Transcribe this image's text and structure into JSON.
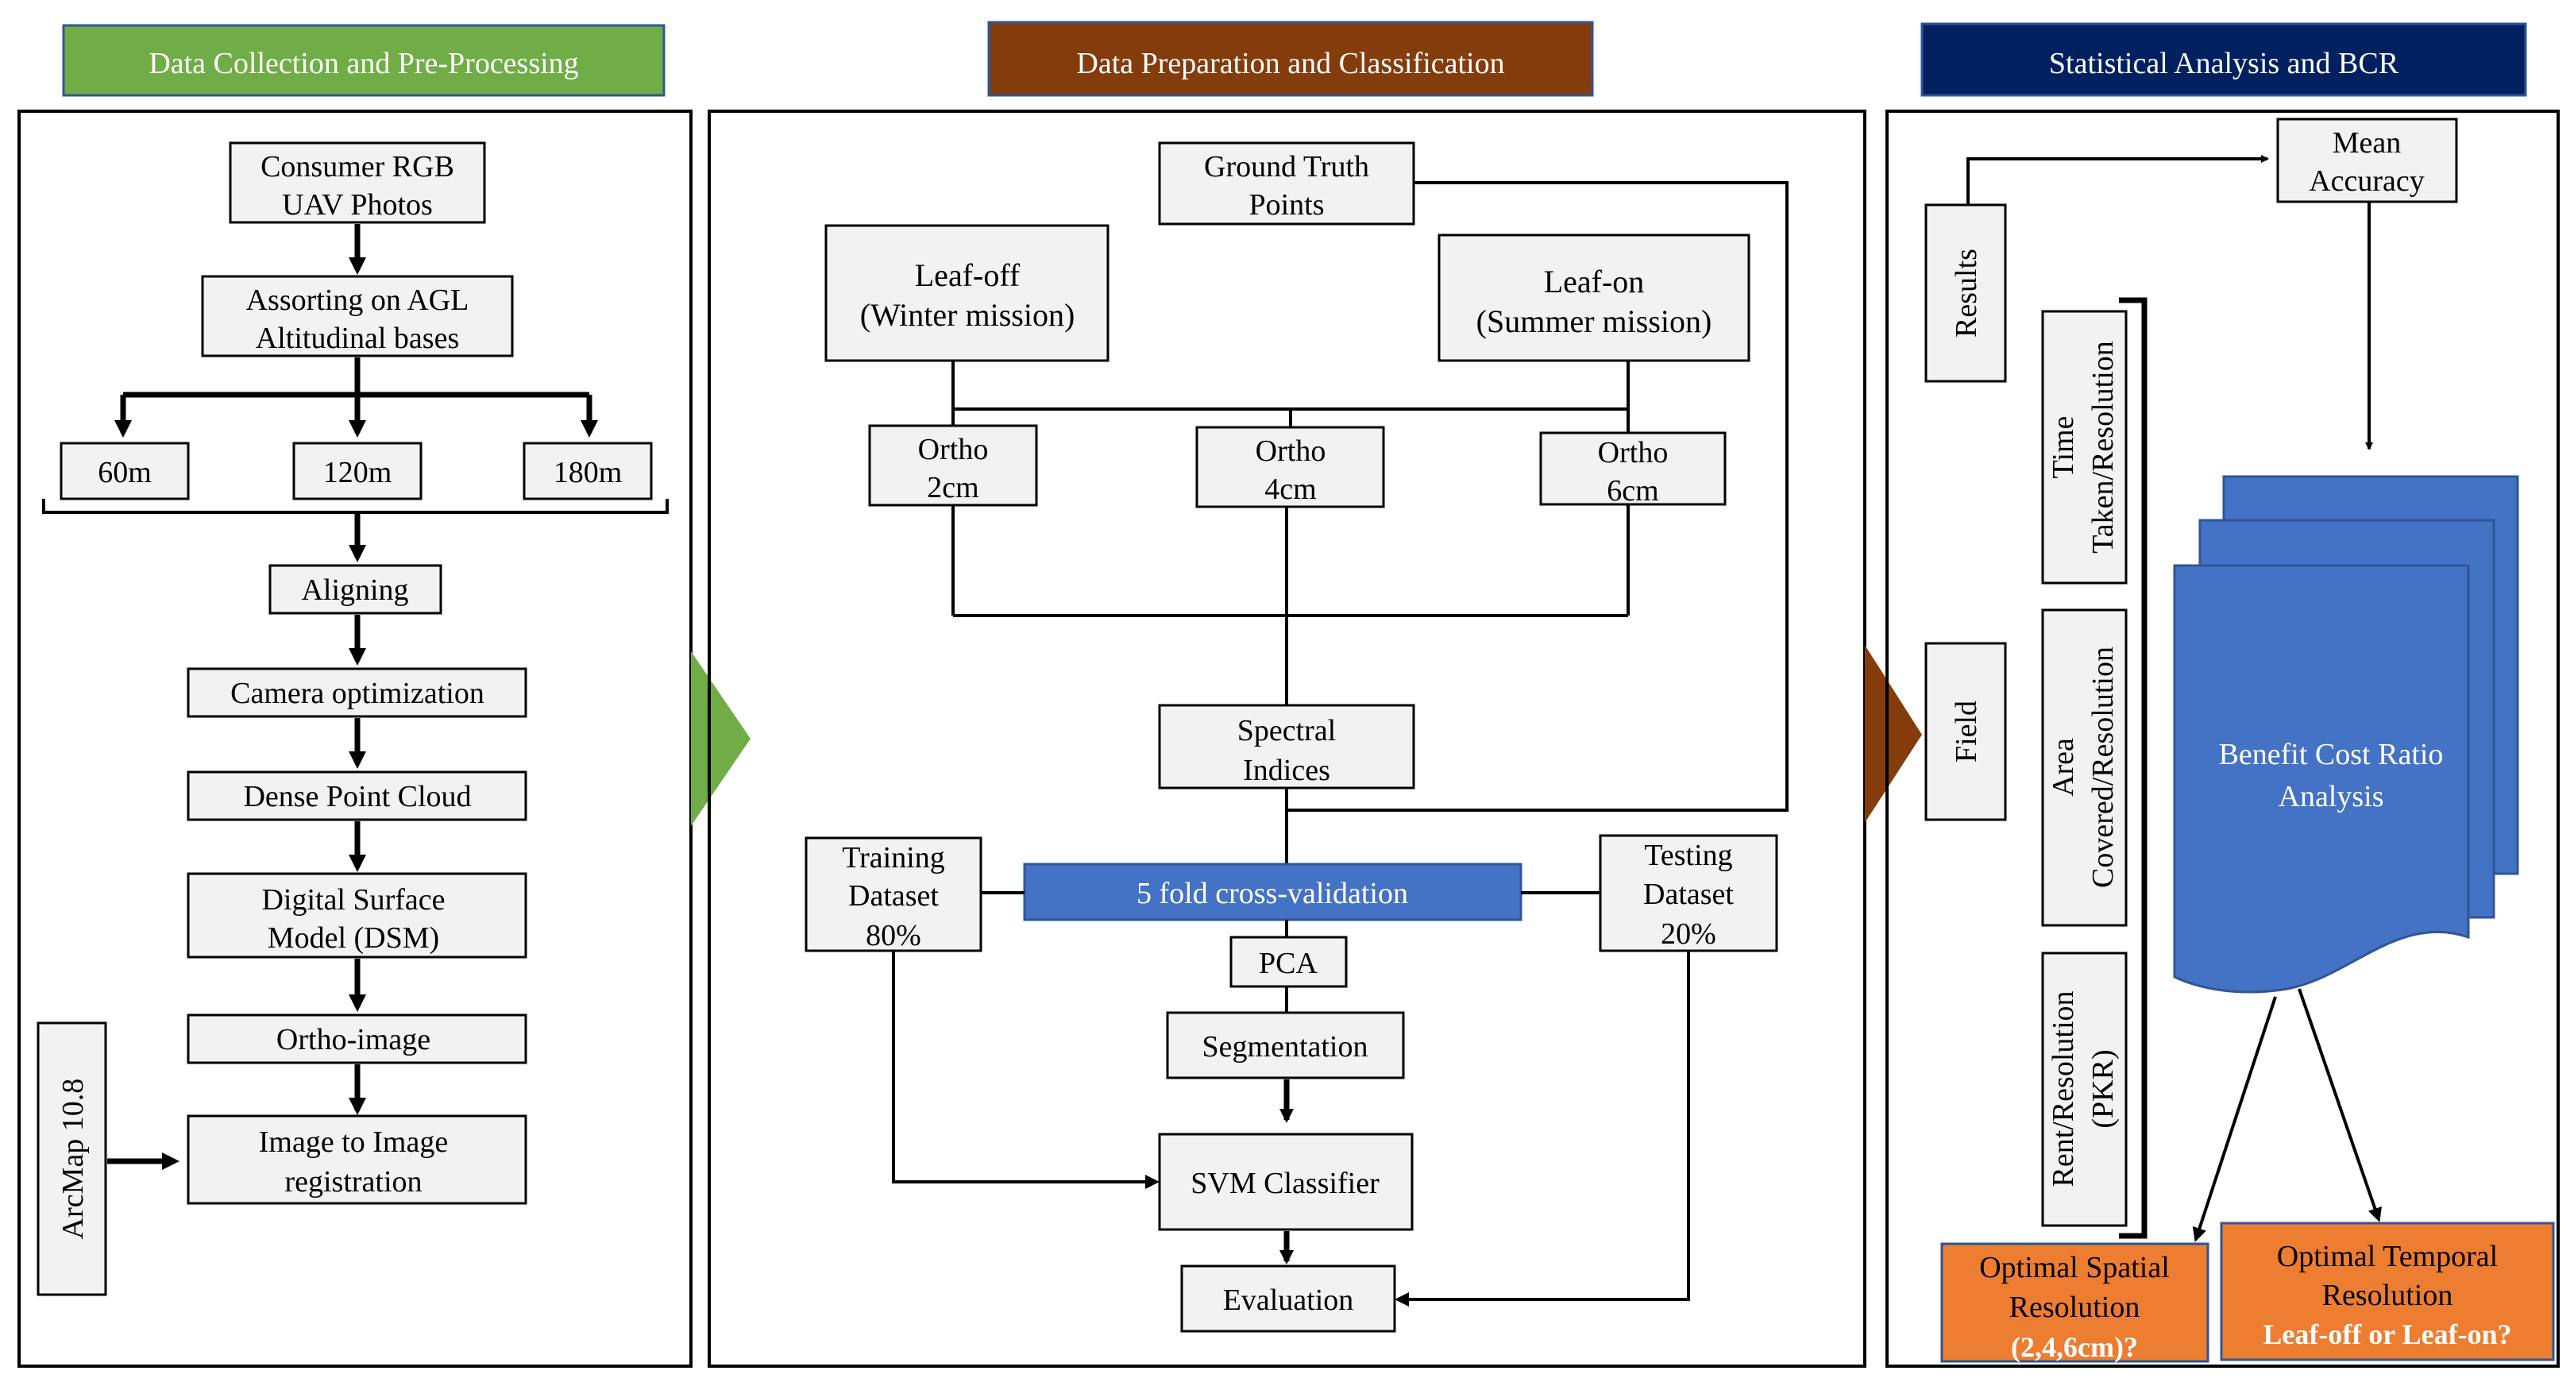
{
  "colors": {
    "header_green": "#70ad47",
    "header_brown": "#843c0c",
    "header_navy": "#002060",
    "accent_blue": "#4472c4",
    "output_orange": "#ed7d31",
    "box_fill": "#f2f2f2"
  },
  "panels": {
    "left": {
      "header": "Data Collection and Pre-Processing",
      "source": [
        "Consumer RGB",
        "UAV Photos"
      ],
      "assorting": [
        "Assorting on AGL",
        "Altitudinal bases"
      ],
      "altitudes": [
        "60m",
        "120m",
        "180m"
      ],
      "aligning": "Aligning",
      "camera": "Camera optimization",
      "dense": "Dense Point Cloud",
      "dsm": [
        "Digital Surface",
        "Model (DSM)"
      ],
      "ortho": "Ortho-image",
      "registration": [
        "Image to Image",
        "registration"
      ],
      "arcmap": "ArcMap 10.8"
    },
    "middle": {
      "header": "Data Preparation and Classification",
      "ground_truth": [
        "Ground Truth",
        "Points"
      ],
      "leaf_off": [
        "Leaf-off",
        "(Winter mission)"
      ],
      "leaf_on": [
        "Leaf-on",
        "(Summer mission)"
      ],
      "ortho_2": [
        "Ortho",
        "2cm"
      ],
      "ortho_4": [
        "Ortho",
        "4cm"
      ],
      "ortho_6": [
        "Ortho",
        "6cm"
      ],
      "spectral": [
        "Spectral",
        "Indices"
      ],
      "training": [
        "Training",
        "Dataset",
        "80%"
      ],
      "cross_validation": "5 fold cross-validation",
      "testing": [
        "Testing",
        "Dataset",
        "20%"
      ],
      "pca": "PCA",
      "segmentation": "Segmentation",
      "svm": "SVM Classifier",
      "evaluation": "Evaluation"
    },
    "right": {
      "header": "Statistical Analysis and BCR",
      "results": "Results",
      "field": "Field",
      "mean_accuracy": [
        "Mean",
        "Accuracy"
      ],
      "time": [
        "Time",
        "Taken/Resolution"
      ],
      "area": [
        "Area",
        "Covered/Resolution"
      ],
      "rent": [
        "Rent/Resolution",
        "(PKR)"
      ],
      "bcr": [
        "Benefit Cost Ratio",
        "Analysis"
      ],
      "spatial": [
        "Optimal Spatial",
        "Resolution",
        "(2,4,6cm)?"
      ],
      "temporal": [
        "Optimal Temporal",
        "Resolution",
        "Leaf-off or Leaf-on?"
      ]
    }
  }
}
